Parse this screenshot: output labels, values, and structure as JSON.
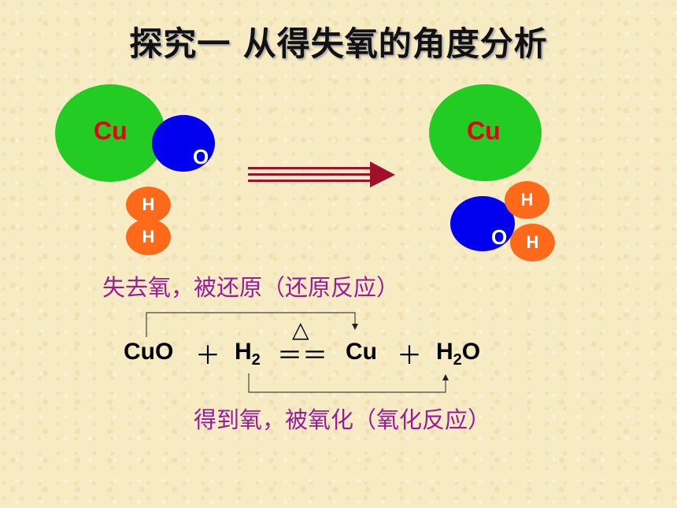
{
  "title": "探究一  从得失氧的角度分析",
  "molecules": {
    "left": {
      "cu": "Cu",
      "o": "O",
      "h1": "H",
      "h2": "H"
    },
    "right": {
      "cu": "Cu",
      "o": "O",
      "h1": "H",
      "h2": "H"
    }
  },
  "annotations": {
    "reduction": "失去氧，被还原（还原反应）",
    "oxidation": "得到氧，被氧化（氧化反应）"
  },
  "equation": {
    "cuo": "CuO",
    "plus1": "＋",
    "h2_base": "H",
    "h2_sub": "2",
    "condition": "△",
    "equals": "＝＝",
    "cu": "Cu",
    "plus2": "＋",
    "h2o_h": "H",
    "h2o_sub": "2",
    "h2o_o": "O"
  },
  "colors": {
    "copper_atom": "#22cc22",
    "oxygen_atom": "#0000ee",
    "hydrogen_atom": "#ff6a1a",
    "cu_label": "#e8001a",
    "annotation_text": "#9a1a9a",
    "arrow": "#a0102a"
  }
}
